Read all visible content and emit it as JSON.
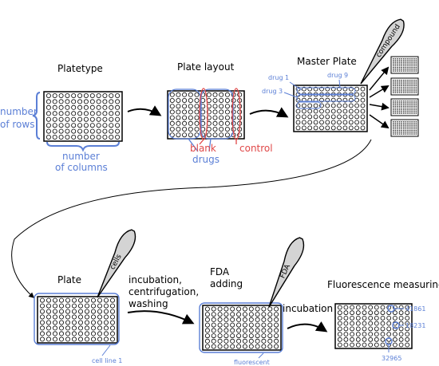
{
  "stages": {
    "platetype": "Platetype",
    "plate_layout": "Plate layout",
    "master_plate": "Master Plate",
    "plate": "Plate",
    "fda_adding_1": "FDA",
    "fda_adding_2": "adding",
    "fluorescence": "Fluorescence measuring"
  },
  "annotations": {
    "rows_1": "number",
    "rows_2": "of rows",
    "cols_1": "number",
    "cols_2": "of columns",
    "blank": "blank",
    "control": "control",
    "drugs": "drugs",
    "drug1": "drug 1",
    "drug3": "drug 3",
    "drug9": "drug 9",
    "cell_line": "cell line 1",
    "fluorescent": "fluorescent",
    "val1": "41861",
    "val2": "18231",
    "val3": "32965"
  },
  "steps": {
    "incubation_1": "incubation,",
    "incubation_2": "centrifugation,",
    "incubation_3": "washing",
    "incubation": "incubation"
  },
  "pipettes": {
    "compound": "compound",
    "cells": "cells",
    "fda": "FDA"
  },
  "colors": {
    "blue": "#5b7fd6",
    "red": "#e04848",
    "ink": "#000000"
  }
}
